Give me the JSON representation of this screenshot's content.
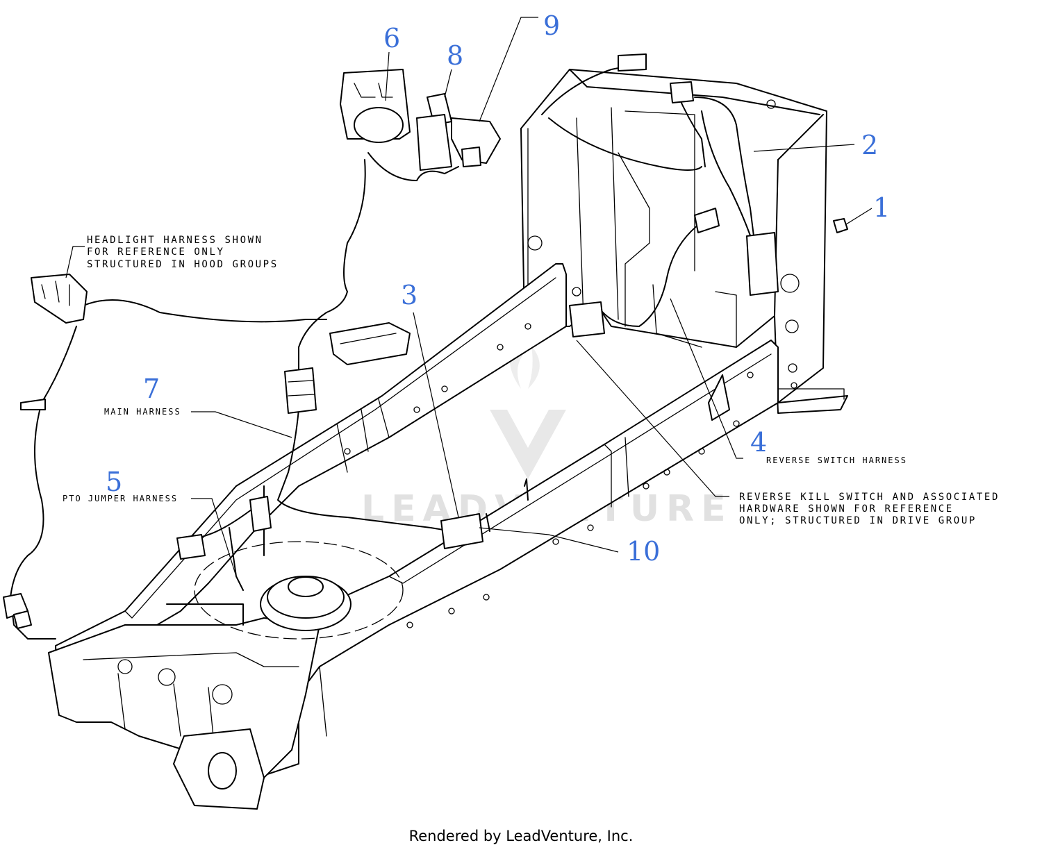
{
  "colors": {
    "callout": "#3a6fd8",
    "line": "#000000",
    "watermark": "#dedede"
  },
  "callouts": [
    "1",
    "2",
    "3",
    "4",
    "5",
    "6",
    "7",
    "8",
    "9",
    "10"
  ],
  "notes": {
    "headlight": [
      "HEADLIGHT HARNESS SHOWN",
      "FOR REFERENCE ONLY",
      "STRUCTURED IN HOOD GROUPS"
    ],
    "main_harness": "MAIN HARNESS",
    "pto_harness": "PTO JUMPER HARNESS",
    "reverse_switch": "REVERSE SWITCH HARNESS",
    "reverse_kill": [
      "REVERSE KILL SWITCH AND ASSOCIATED",
      "HARDWARE SHOWN FOR REFERENCE",
      "ONLY; STRUCTURED IN DRIVE GROUP"
    ]
  },
  "watermark": "LEADVENTURE",
  "credit": "Rendered by LeadVenture, Inc."
}
